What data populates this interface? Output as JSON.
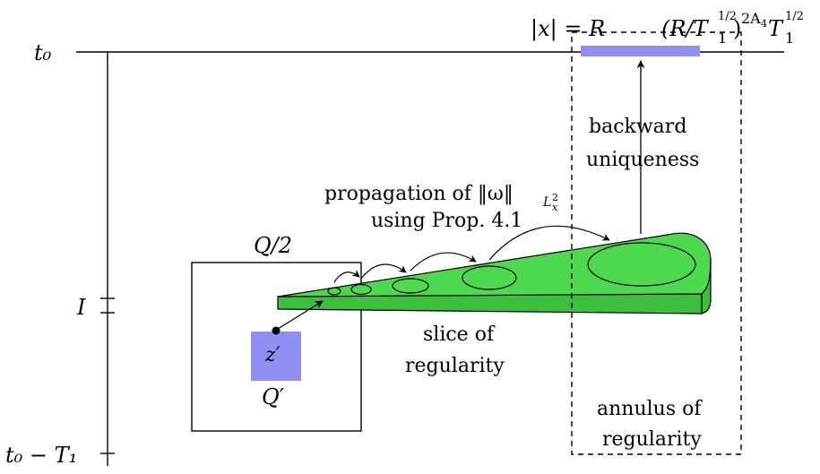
{
  "axis": {
    "top_label": "t₀",
    "bottom_label": "t₀ − T₁",
    "interval_label": "I"
  },
  "boxes": {
    "outer_label": "Q/2",
    "inner_label": "Q′",
    "point_label": "z′"
  },
  "top_labels": {
    "radius_eq": "|x| = R",
    "scale_base": "(R/T",
    "scale_sub": "1",
    "scale_half": "1/2",
    "scale_close": ")",
    "scale_exp": "2A",
    "scale_exp_sub": "4",
    "scale_T": "T",
    "scale_T_sub": "1",
    "scale_T_half": "1/2"
  },
  "annotations": {
    "backward_line1": "backward",
    "backward_line2": "uniqueness",
    "propagation_line1": "propagation of ‖ω‖",
    "propagation_sub": "L",
    "propagation_sub2": "x",
    "propagation_sup": "2",
    "propagation_line2": "using Prop. 4.1",
    "slice_line1": "slice of",
    "slice_line2": "regularity",
    "annulus_line1": "annulus of",
    "annulus_line2": "regularity"
  },
  "colors": {
    "wedge_fill": "#4dd94d",
    "wedge_side": "#3cbf3c",
    "patch_fill": "#8f8ff5",
    "stroke": "#000000"
  }
}
